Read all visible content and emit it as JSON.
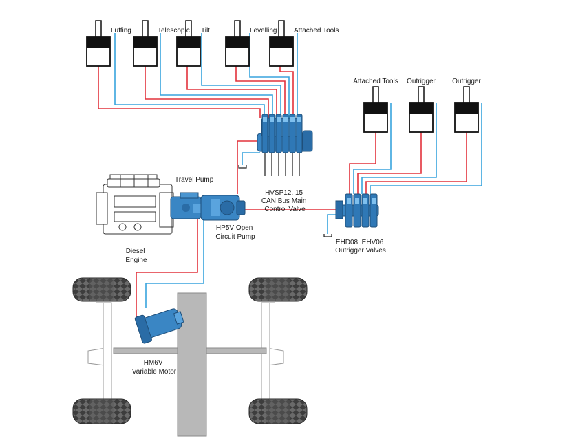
{
  "colors": {
    "pressure_line": "#e2323c",
    "return_line": "#38a4dd",
    "component_blue": "#3a86c4",
    "component_dark": "#1f4f7a",
    "machine_gray": "#b8b8b8",
    "tire": "#3d3d3d"
  },
  "actuators_top": [
    {
      "label": "Luffing"
    },
    {
      "label": "Telescopic"
    },
    {
      "label": "Tilt"
    },
    {
      "label": "Levelling"
    },
    {
      "label": "Attached Tools"
    }
  ],
  "actuators_right": [
    {
      "label": "Attached Tools"
    },
    {
      "label": "Outrigger"
    },
    {
      "label": "Outrigger"
    }
  ],
  "components": {
    "main_valve": [
      "HVSP12, 15",
      "CAN Bus Main",
      "Control Valve"
    ],
    "outrigger_valves": [
      "EHD08, EHV06",
      "Outrigger Valves"
    ],
    "travel_pump": "Travel Pump",
    "open_pump": [
      "HP5V Open",
      "Circuit Pump"
    ],
    "engine": [
      "Diesel",
      "Engine"
    ],
    "motor": [
      "HM6V",
      "Variable Motor"
    ]
  }
}
